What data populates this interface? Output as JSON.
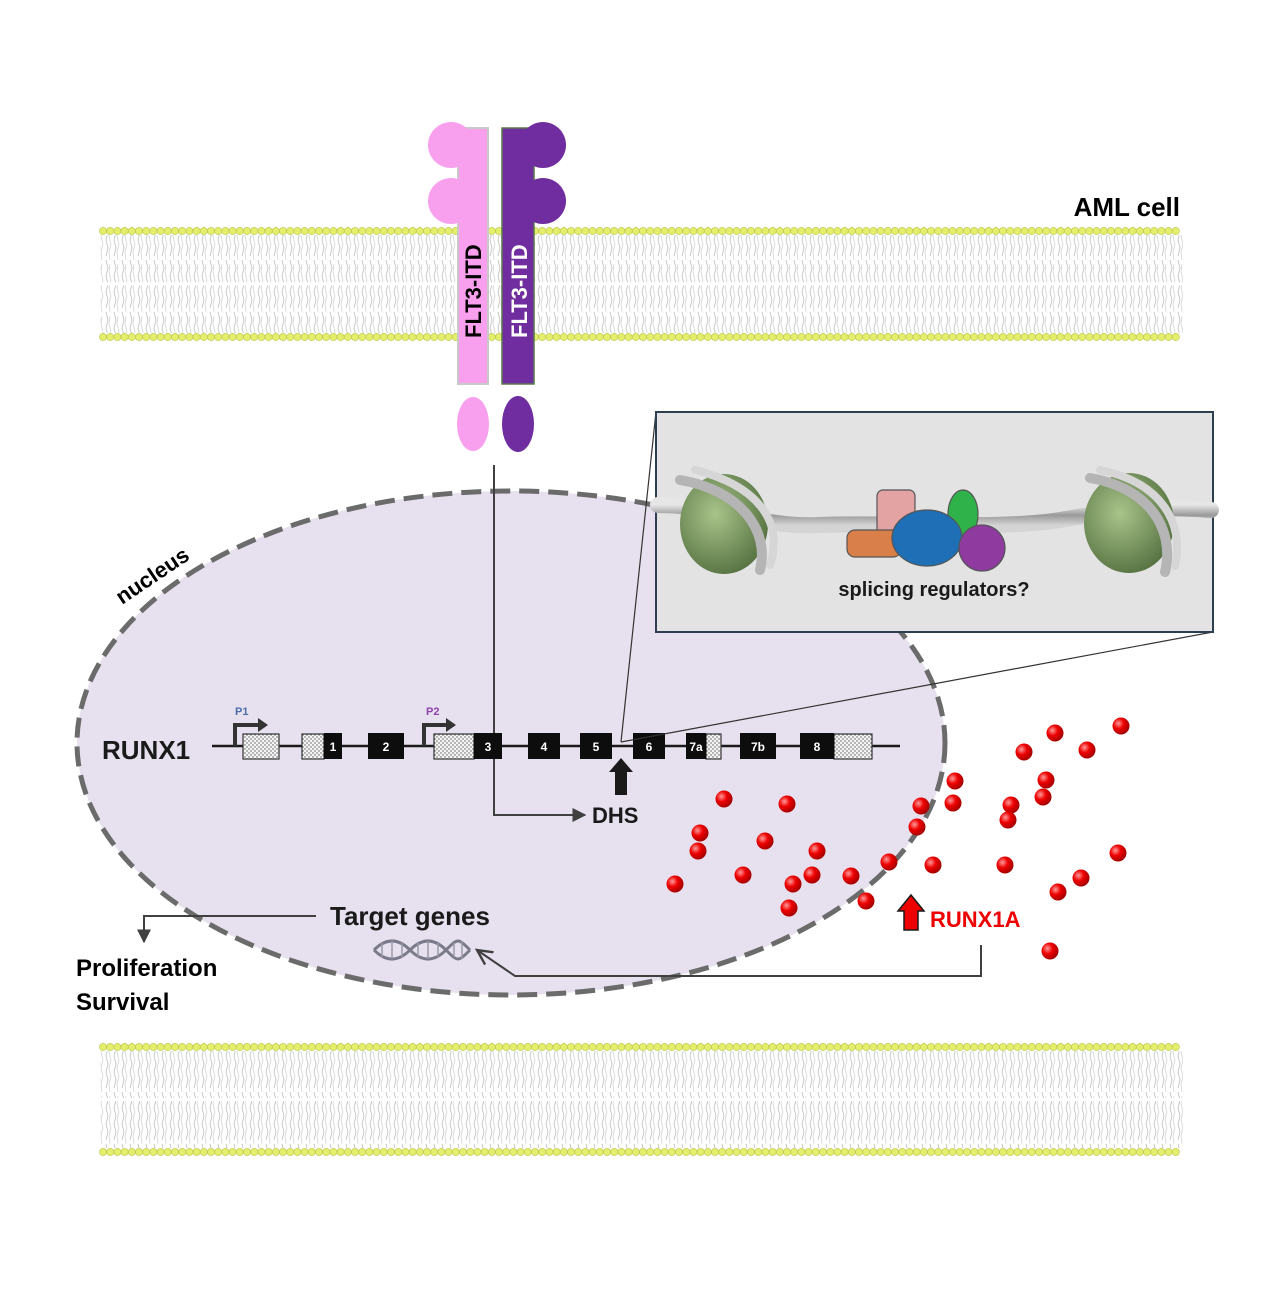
{
  "labels": {
    "cell": "AML cell",
    "receptor_left": "FLT3-ITD",
    "receptor_right": "FLT3-ITD",
    "nucleus": "nucleus",
    "gene": "RUNX1",
    "promoter1": "P1",
    "promoter2": "P2",
    "dhs": "DHS",
    "inset": "splicing regulators?",
    "target": "Target genes",
    "outcome1": "Proliferation",
    "outcome2": "Survival",
    "isoform": "RUNX1A"
  },
  "exons": [
    "1",
    "2",
    "3",
    "4",
    "5",
    "6",
    "7a",
    "7b",
    "8"
  ],
  "colors": {
    "membrane_head": "#e4ee6e",
    "receptor_left": "#f8a0ee",
    "receptor_right": "#6f2d9f",
    "nucleus_fill": "#e7e0ee",
    "nucleus_border": "#6b6b6b",
    "highlight": "#ee0000"
  },
  "icons": [
    "up-arrow-icon",
    "dna-icon",
    "nucleosome-icon",
    "promoter-arrow-icon"
  ]
}
